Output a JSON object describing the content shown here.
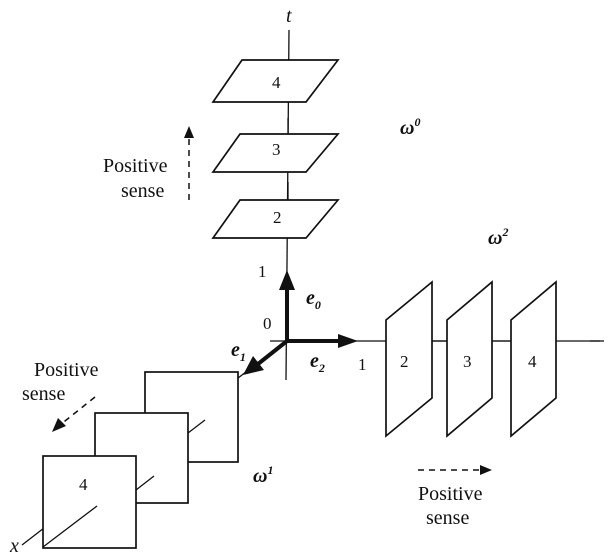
{
  "axes": {
    "t": "t",
    "x": "x"
  },
  "families": {
    "omega0": {
      "symbol": "ω",
      "index": "0"
    },
    "omega1": {
      "symbol": "ω",
      "index": "1"
    },
    "omega2": {
      "symbol": "ω",
      "index": "2"
    }
  },
  "basis": {
    "e0": {
      "symbol": "e",
      "index": "0"
    },
    "e1": {
      "symbol": "e",
      "index": "1"
    },
    "e2": {
      "symbol": "e",
      "index": "2"
    }
  },
  "ticks": {
    "origin": "0",
    "t_one": "1",
    "y_one": "1"
  },
  "sheet_numbers": {
    "omega0": [
      "4",
      "3",
      "2"
    ],
    "omega2": [
      "2",
      "3",
      "4"
    ],
    "omega1_front": "4"
  },
  "sense": {
    "line1": "Positive",
    "line2": "sense"
  }
}
